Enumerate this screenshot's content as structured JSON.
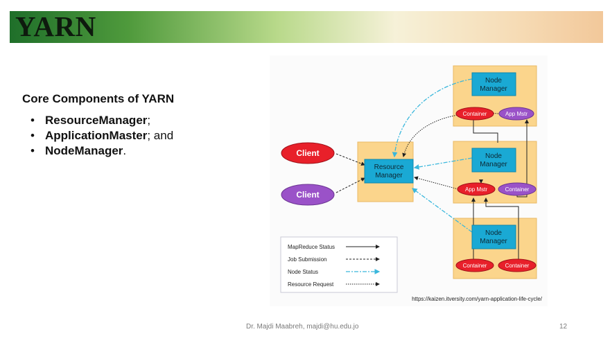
{
  "title": "YARN",
  "heading": "Core Components of YARN",
  "bullets": [
    {
      "bold": "ResourceManager",
      "rest": ";"
    },
    {
      "bold": "ApplicationMaster",
      "rest": "; and"
    },
    {
      "bold": "NodeManager",
      "rest": "."
    }
  ],
  "diagram": {
    "client1": "Client",
    "client2": "Client",
    "resource_manager": [
      "Resource",
      "Manager"
    ],
    "node_manager": [
      "Node",
      "Manager"
    ],
    "container": "Container",
    "app_master": "App Mstr",
    "legend": [
      "MapReduce Status",
      "Job Submission",
      "Node Status",
      "Resource Request"
    ],
    "source_url": "https://kaizen.itversity.com/yarn-application-life-cycle/"
  },
  "footer": {
    "author": "Dr. Majdi Maabreh,  majdi@hu.edu.jo",
    "page": "12"
  },
  "colors": {
    "client_red": "#e8202a",
    "client_purple": "#9a52c8",
    "manager_cyan": "#1aa9d4",
    "node_box": "#fbd58c",
    "status_cyan": "#3ab7dc"
  }
}
